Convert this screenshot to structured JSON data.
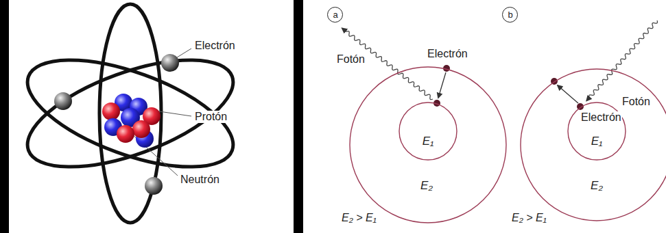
{
  "diagram": {
    "nodes": [
      {
        "text": [
          "a"
        ]
      },
      {
        "text": [
          "E₂"
        ]
      },
      {
        "text": [
          "E₁"
        ],
        "in": 1
      },
      {
        "text": [
          "b"
        ]
      },
      {
        "text": [
          "E₂"
        ]
      },
      {
        "text": [
          "E₁"
        ],
        "in": 4
      }
    ],
    "labels": [
      "Electrón",
      "Protón",
      "Neutrón",
      "Fotón",
      "Electrón",
      "E₂ > E₁",
      "Fotón",
      "Electrón",
      "E₂ > E₁"
    ]
  }
}
